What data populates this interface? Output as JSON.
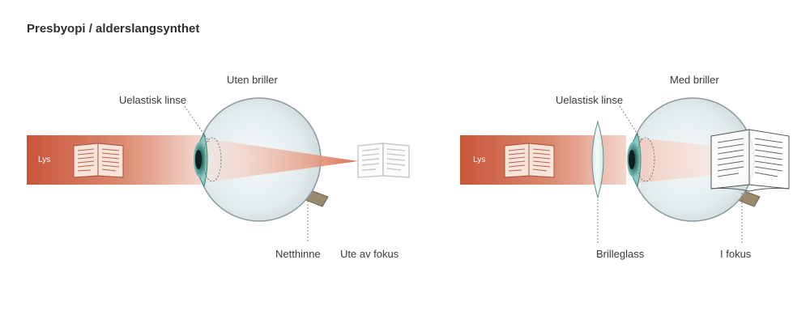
{
  "title": "Presbyopi / alderslangsynthet",
  "left_panel": {
    "heading": "Uten briller",
    "light_label": "Lys",
    "lens_label": "Uelastisk linse",
    "retina_label": "Netthinne",
    "focus_label": "Ute av fokus"
  },
  "right_panel": {
    "heading": "Med briller",
    "light_label": "Lys",
    "lens_label": "Uelastisk linse",
    "glasses_label": "Brilleglass",
    "focus_label": "I fokus"
  },
  "colors": {
    "beam": "#c9553a",
    "eye_fill": "#e6eeee",
    "cornea": "#5aa7a0"
  }
}
